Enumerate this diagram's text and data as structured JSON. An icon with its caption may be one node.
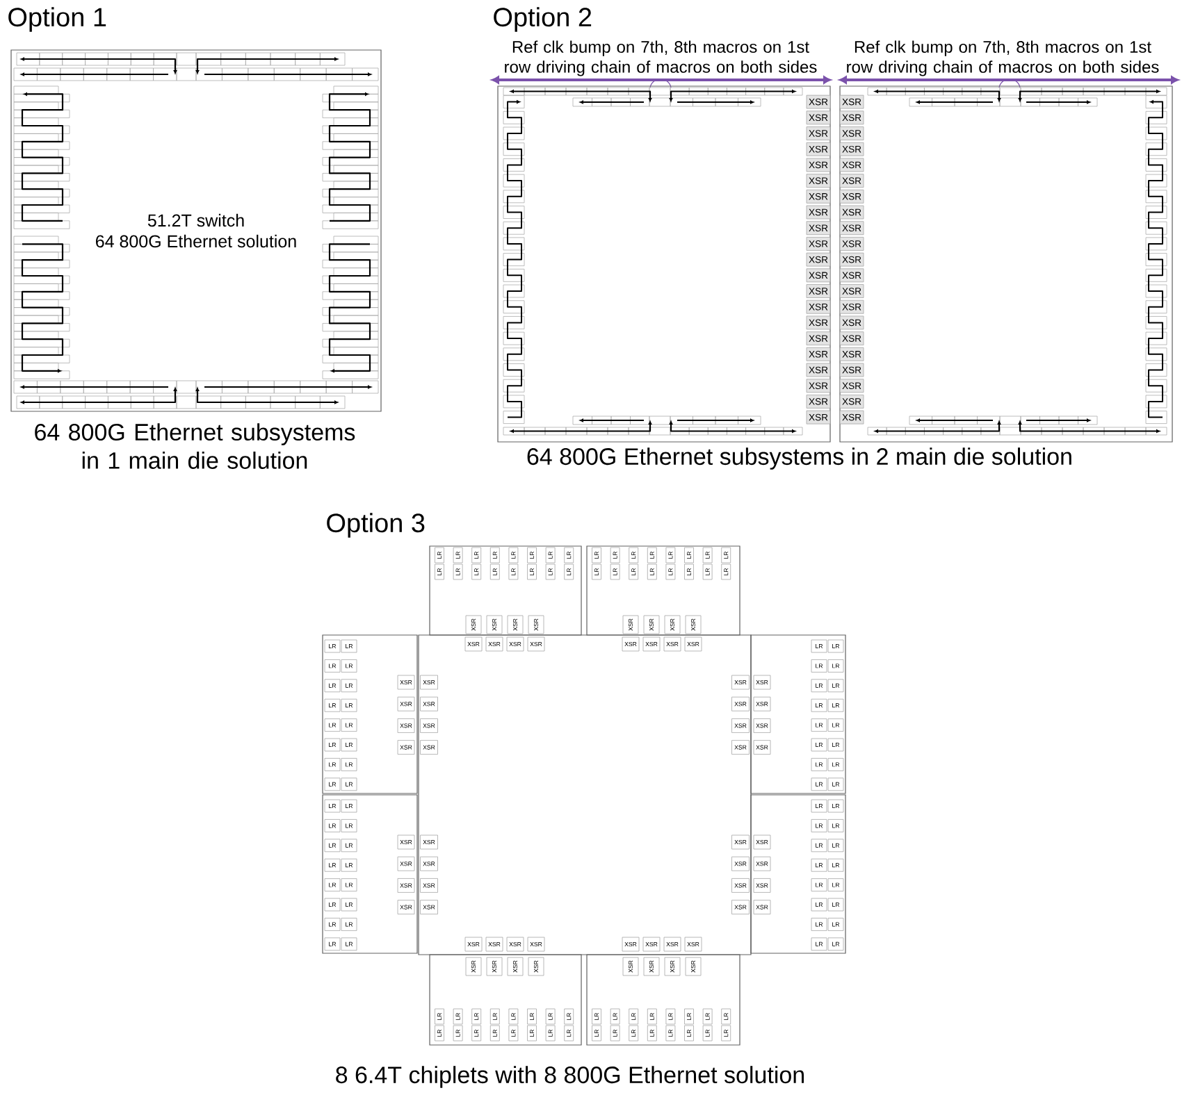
{
  "diagram": {
    "nodes": [
      {
        "text": [
          "51.2T switch",
          "64 800G Ethernet solution"
        ]
      },
      {
        "text": [],
        "shape": "box"
      },
      {
        "text": [
          "XSR"
        ],
        "in": 1
      },
      {
        "text": [
          "XSR"
        ],
        "in": 1
      },
      {
        "text": [
          "XSR"
        ],
        "in": 1
      },
      {
        "text": [
          "XSR"
        ],
        "in": 1
      },
      {
        "text": [
          "XSR"
        ],
        "in": 1
      },
      {
        "text": [
          "XSR"
        ],
        "in": 1
      },
      {
        "text": [
          "XSR"
        ],
        "in": 1
      },
      {
        "text": [
          "XSR"
        ],
        "in": 1
      },
      {
        "text": [
          "XSR"
        ],
        "in": 1
      },
      {
        "text": [
          "XSR"
        ],
        "in": 1
      },
      {
        "text": [
          "XSR"
        ],
        "in": 1
      },
      {
        "text": [
          "XSR"
        ],
        "in": 1
      },
      {
        "text": [
          "XSR"
        ],
        "in": 1
      },
      {
        "text": [
          "XSR"
        ],
        "in": 1
      },
      {
        "text": [
          "XSR"
        ],
        "in": 1
      },
      {
        "text": [
          "XSR"
        ],
        "in": 1
      },
      {
        "text": [
          "XSR"
        ],
        "in": 1
      },
      {
        "text": [
          "XSR"
        ],
        "in": 1
      },
      {
        "text": [
          "XSR"
        ],
        "in": 1
      },
      {
        "text": [
          "XSR"
        ],
        "in": 1
      },
      {
        "text": [
          "XSR"
        ],
        "in": 1
      },
      {
        "text": [],
        "shape": "box"
      },
      {
        "text": [
          "XSR"
        ],
        "in": 23
      },
      {
        "text": [
          "XSR"
        ],
        "in": 23
      },
      {
        "text": [
          "XSR"
        ],
        "in": 23
      },
      {
        "text": [
          "XSR"
        ],
        "in": 23
      },
      {
        "text": [
          "XSR"
        ],
        "in": 23
      },
      {
        "text": [
          "XSR"
        ],
        "in": 23
      },
      {
        "text": [
          "XSR"
        ],
        "in": 23
      },
      {
        "text": [
          "XSR"
        ],
        "in": 23
      },
      {
        "text": [
          "XSR"
        ],
        "in": 23
      },
      {
        "text": [
          "XSR"
        ],
        "in": 23
      },
      {
        "text": [
          "XSR"
        ],
        "in": 23
      },
      {
        "text": [
          "XSR"
        ],
        "in": 23
      },
      {
        "text": [
          "XSR"
        ],
        "in": 23
      },
      {
        "text": [
          "XSR"
        ],
        "in": 23
      },
      {
        "text": [
          "XSR"
        ],
        "in": 23
      },
      {
        "text": [
          "XSR"
        ],
        "in": 23
      },
      {
        "text": [
          "XSR"
        ],
        "in": 23
      },
      {
        "text": [
          "XSR"
        ],
        "in": 23
      },
      {
        "text": [
          "XSR"
        ],
        "in": 23
      },
      {
        "text": [
          "XSR"
        ],
        "in": 23
      },
      {
        "text": [
          "XSR"
        ],
        "in": 23
      },
      {
        "text": [],
        "shape": "box"
      },
      {
        "text": [
          "XSR"
        ],
        "in": 45
      },
      {
        "text": [
          "XSR"
        ],
        "in": 45
      },
      {
        "text": [
          "XSR"
        ],
        "in": 45
      },
      {
        "text": [
          "XSR"
        ],
        "in": 45
      },
      {
        "text": [
          "XSR"
        ],
        "in": 45
      },
      {
        "text": [
          "XSR"
        ],
        "in": 45
      },
      {
        "text": [
          "XSR"
        ],
        "in": 45
      },
      {
        "text": [
          "XSR"
        ],
        "in": 45
      },
      {
        "text": [
          "XSR"
        ],
        "in": 45
      },
      {
        "text": [
          "XSR"
        ],
        "in": 45
      },
      {
        "text": [
          "XSR"
        ],
        "in": 45
      },
      {
        "text": [
          "XSR"
        ],
        "in": 45
      },
      {
        "text": [
          "XSR"
        ],
        "in": 45
      },
      {
        "text": [
          "XSR"
        ],
        "in": 45
      },
      {
        "text": [
          "XSR"
        ],
        "in": 45
      },
      {
        "text": [
          "XSR"
        ],
        "in": 45
      },
      {
        "text": [
          "XSR"
        ],
        "in": 45
      },
      {
        "text": [
          "XSR"
        ],
        "in": 45
      },
      {
        "text": [
          "XSR"
        ],
        "in": 45
      },
      {
        "text": [
          "XSR"
        ],
        "in": 45
      },
      {
        "text": [
          "XSR"
        ],
        "in": 45
      },
      {
        "text": [
          "XSR"
        ],
        "in": 45
      },
      {
        "text": [
          "XSR"
        ],
        "in": 45
      },
      {
        "text": [
          "XSR"
        ],
        "in": 45
      },
      {
        "text": [
          "XSR"
        ],
        "in": 45
      },
      {
        "text": [
          "XSR"
        ],
        "in": 45
      },
      {
        "text": [
          "XSR"
        ],
        "in": 45
      },
      {
        "text": [
          "XSR"
        ],
        "in": 45
      },
      {
        "text": [
          "XSR"
        ],
        "in": 45
      },
      {
        "text": [
          "XSR"
        ],
        "in": 45
      },
      {
        "text": [
          "XSR"
        ],
        "in": 45
      },
      {
        "text": [
          "XSR"
        ],
        "in": 45
      },
      {
        "text": [],
        "shape": "box"
      },
      {
        "text": [
          "LR"
        ],
        "in": 78
      },
      {
        "text": [
          "LR"
        ],
        "in": 78
      },
      {
        "text": [
          "LR"
        ],
        "in": 78
      },
      {
        "text": [
          "LR"
        ],
        "in": 78
      },
      {
        "text": [
          "LR"
        ],
        "in": 78
      },
      {
        "text": [
          "LR"
        ],
        "in": 78
      },
      {
        "text": [
          "LR"
        ],
        "in": 78
      },
      {
        "text": [
          "LR"
        ],
        "in": 78
      },
      {
        "text": [
          "LR"
        ],
        "in": 78
      },
      {
        "text": [
          "LR"
        ],
        "in": 78
      },
      {
        "text": [
          "LR"
        ],
        "in": 78
      },
      {
        "text": [
          "LR"
        ],
        "in": 78
      },
      {
        "text": [
          "LR"
        ],
        "in": 78
      },
      {
        "text": [
          "LR"
        ],
        "in": 78
      },
      {
        "text": [
          "LR"
        ],
        "in": 78
      },
      {
        "text": [
          "LR"
        ],
        "in": 78
      },
      {
        "text": [
          "XSR"
        ],
        "in": 78
      },
      {
        "text": [
          "XSR"
        ],
        "in": 78
      },
      {
        "text": [
          "XSR"
        ],
        "in": 78
      },
      {
        "text": [
          "XSR"
        ],
        "in": 78
      },
      {
        "text": [],
        "shape": "box"
      },
      {
        "text": [
          "LR"
        ],
        "in": 99
      },
      {
        "text": [
          "LR"
        ],
        "in": 99
      },
      {
        "text": [
          "LR"
        ],
        "in": 99
      },
      {
        "text": [
          "LR"
        ],
        "in": 99
      },
      {
        "text": [
          "LR"
        ],
        "in": 99
      },
      {
        "text": [
          "LR"
        ],
        "in": 99
      },
      {
        "text": [
          "LR"
        ],
        "in": 99
      },
      {
        "text": [
          "LR"
        ],
        "in": 99
      },
      {
        "text": [
          "LR"
        ],
        "in": 99
      },
      {
        "text": [
          "LR"
        ],
        "in": 99
      },
      {
        "text": [
          "LR"
        ],
        "in": 99
      },
      {
        "text": [
          "LR"
        ],
        "in": 99
      },
      {
        "text": [
          "LR"
        ],
        "in": 99
      },
      {
        "text": [
          "LR"
        ],
        "in": 99
      },
      {
        "text": [
          "LR"
        ],
        "in": 99
      },
      {
        "text": [
          "LR"
        ],
        "in": 99
      },
      {
        "text": [
          "XSR"
        ],
        "in": 99
      },
      {
        "text": [
          "XSR"
        ],
        "in": 99
      },
      {
        "text": [
          "XSR"
        ],
        "in": 99
      },
      {
        "text": [
          "XSR"
        ],
        "in": 99
      },
      {
        "text": [],
        "shape": "box"
      },
      {
        "text": [
          "LR"
        ],
        "in": 120
      },
      {
        "text": [
          "LR"
        ],
        "in": 120
      },
      {
        "text": [
          "LR"
        ],
        "in": 120
      },
      {
        "text": [
          "LR"
        ],
        "in": 120
      },
      {
        "text": [
          "LR"
        ],
        "in": 120
      },
      {
        "text": [
          "LR"
        ],
        "in": 120
      },
      {
        "text": [
          "LR"
        ],
        "in": 120
      },
      {
        "text": [
          "LR"
        ],
        "in": 120
      },
      {
        "text": [
          "LR"
        ],
        "in": 120
      },
      {
        "text": [
          "LR"
        ],
        "in": 120
      },
      {
        "text": [
          "LR"
        ],
        "in": 120
      },
      {
        "text": [
          "LR"
        ],
        "in": 120
      },
      {
        "text": [
          "LR"
        ],
        "in": 120
      },
      {
        "text": [
          "LR"
        ],
        "in": 120
      },
      {
        "text": [
          "LR"
        ],
        "in": 120
      },
      {
        "text": [
          "LR"
        ],
        "in": 120
      },
      {
        "text": [
          "XSR"
        ],
        "in": 120
      },
      {
        "text": [
          "XSR"
        ],
        "in": 120
      },
      {
        "text": [
          "XSR"
        ],
        "in": 120
      },
      {
        "text": [
          "XSR"
        ],
        "in": 120
      },
      {
        "text": [],
        "shape": "box"
      },
      {
        "text": [
          "LR"
        ],
        "in": 141
      },
      {
        "text": [
          "LR"
        ],
        "in": 141
      },
      {
        "text": [
          "LR"
        ],
        "in": 141
      },
      {
        "text": [
          "LR"
        ],
        "in": 141
      },
      {
        "text": [
          "LR"
        ],
        "in": 141
      },
      {
        "text": [
          "LR"
        ],
        "in": 141
      },
      {
        "text": [
          "LR"
        ],
        "in": 141
      },
      {
        "text": [
          "LR"
        ],
        "in": 141
      },
      {
        "text": [
          "LR"
        ],
        "in": 141
      },
      {
        "text": [
          "LR"
        ],
        "in": 141
      },
      {
        "text": [
          "LR"
        ],
        "in": 141
      },
      {
        "text": [
          "LR"
        ],
        "in": 141
      },
      {
        "text": [
          "LR"
        ],
        "in": 141
      },
      {
        "text": [
          "LR"
        ],
        "in": 141
      },
      {
        "text": [
          "LR"
        ],
        "in": 141
      },
      {
        "text": [
          "LR"
        ],
        "in": 141
      },
      {
        "text": [
          "XSR"
        ],
        "in": 141
      },
      {
        "text": [
          "XSR"
        ],
        "in": 141
      },
      {
        "text": [
          "XSR"
        ],
        "in": 141
      },
      {
        "text": [
          "XSR"
        ],
        "in": 141
      },
      {
        "text": [],
        "shape": "box"
      },
      {
        "text": [
          "LR"
        ],
        "in": 162
      },
      {
        "text": [
          "LR"
        ],
        "in": 162
      },
      {
        "text": [
          "LR"
        ],
        "in": 162
      },
      {
        "text": [
          "LR"
        ],
        "in": 162
      },
      {
        "text": [
          "LR"
        ],
        "in": 162
      },
      {
        "text": [
          "LR"
        ],
        "in": 162
      },
      {
        "text": [
          "LR"
        ],
        "in": 162
      },
      {
        "text": [
          "LR"
        ],
        "in": 162
      },
      {
        "text": [
          "LR"
        ],
        "in": 162
      },
      {
        "text": [
          "LR"
        ],
        "in": 162
      },
      {
        "text": [
          "LR"
        ],
        "in": 162
      },
      {
        "text": [
          "LR"
        ],
        "in": 162
      },
      {
        "text": [
          "LR"
        ],
        "in": 162
      },
      {
        "text": [
          "LR"
        ],
        "in": 162
      },
      {
        "text": [
          "LR"
        ],
        "in": 162
      },
      {
        "text": [
          "LR"
        ],
        "in": 162
      },
      {
        "text": [
          "XSR"
        ],
        "in": 162
      },
      {
        "text": [
          "XSR"
        ],
        "in": 162
      },
      {
        "text": [
          "XSR"
        ],
        "in": 162
      },
      {
        "text": [
          "XSR"
        ],
        "in": 162
      },
      {
        "text": [],
        "shape": "box"
      },
      {
        "text": [
          "LR"
        ],
        "in": 183
      },
      {
        "text": [
          "LR"
        ],
        "in": 183
      },
      {
        "text": [
          "LR"
        ],
        "in": 183
      },
      {
        "text": [
          "LR"
        ],
        "in": 183
      },
      {
        "text": [
          "LR"
        ],
        "in": 183
      },
      {
        "text": [
          "LR"
        ],
        "in": 183
      },
      {
        "text": [
          "LR"
        ],
        "in": 183
      },
      {
        "text": [
          "LR"
        ],
        "in": 183
      },
      {
        "text": [
          "LR"
        ],
        "in": 183
      },
      {
        "text": [
          "LR"
        ],
        "in": 183
      },
      {
        "text": [
          "LR"
        ],
        "in": 183
      },
      {
        "text": [
          "LR"
        ],
        "in": 183
      },
      {
        "text": [
          "LR"
        ],
        "in": 183
      },
      {
        "text": [
          "LR"
        ],
        "in": 183
      },
      {
        "text": [
          "LR"
        ],
        "in": 183
      },
      {
        "text": [
          "LR"
        ],
        "in": 183
      },
      {
        "text": [
          "XSR"
        ],
        "in": 183
      },
      {
        "text": [
          "XSR"
        ],
        "in": 183
      },
      {
        "text": [
          "XSR"
        ],
        "in": 183
      },
      {
        "text": [
          "XSR"
        ],
        "in": 183
      },
      {
        "text": [],
        "shape": "box"
      },
      {
        "text": [
          "LR"
        ],
        "in": 204
      },
      {
        "text": [
          "LR"
        ],
        "in": 204
      },
      {
        "text": [
          "LR"
        ],
        "in": 204
      },
      {
        "text": [
          "LR"
        ],
        "in": 204
      },
      {
        "text": [
          "LR"
        ],
        "in": 204
      },
      {
        "text": [
          "LR"
        ],
        "in": 204
      },
      {
        "text": [
          "LR"
        ],
        "in": 204
      },
      {
        "text": [
          "LR"
        ],
        "in": 204
      },
      {
        "text": [
          "LR"
        ],
        "in": 204
      },
      {
        "text": [
          "LR"
        ],
        "in": 204
      },
      {
        "text": [
          "LR"
        ],
        "in": 204
      },
      {
        "text": [
          "LR"
        ],
        "in": 204
      },
      {
        "text": [
          "LR"
        ],
        "in": 204
      },
      {
        "text": [
          "LR"
        ],
        "in": 204
      },
      {
        "text": [
          "LR"
        ],
        "in": 204
      },
      {
        "text": [
          "LR"
        ],
        "in": 204
      },
      {
        "text": [
          "XSR"
        ],
        "in": 204
      },
      {
        "text": [
          "XSR"
        ],
        "in": 204
      },
      {
        "text": [
          "XSR"
        ],
        "in": 204
      },
      {
        "text": [
          "XSR"
        ],
        "in": 204
      },
      {
        "text": [],
        "shape": "box"
      },
      {
        "text": [
          "LR"
        ],
        "in": 225
      },
      {
        "text": [
          "LR"
        ],
        "in": 225
      },
      {
        "text": [
          "LR"
        ],
        "in": 225
      },
      {
        "text": [
          "LR"
        ],
        "in": 225
      },
      {
        "text": [
          "LR"
        ],
        "in": 225
      },
      {
        "text": [
          "LR"
        ],
        "in": 225
      },
      {
        "text": [
          "LR"
        ],
        "in": 225
      },
      {
        "text": [
          "LR"
        ],
        "in": 225
      },
      {
        "text": [
          "LR"
        ],
        "in": 225
      },
      {
        "text": [
          "LR"
        ],
        "in": 225
      },
      {
        "text": [
          "LR"
        ],
        "in": 225
      },
      {
        "text": [
          "LR"
        ],
        "in": 225
      },
      {
        "text": [
          "LR"
        ],
        "in": 225
      },
      {
        "text": [
          "LR"
        ],
        "in": 225
      },
      {
        "text": [
          "LR"
        ],
        "in": 225
      },
      {
        "text": [
          "LR"
        ],
        "in": 225
      },
      {
        "text": [
          "XSR"
        ],
        "in": 225
      },
      {
        "text": [
          "XSR"
        ],
        "in": 225
      },
      {
        "text": [
          "XSR"
        ],
        "in": 225
      },
      {
        "text": [
          "XSR"
        ],
        "in": 225
      }
    ],
    "labels": [
      "Option 1",
      "Option 2",
      "Ref clk bump on 7th, 8th macros on 1st row driving chain of macros on both sides",
      "Ref clk bump on 7th, 8th macros on 1st row driving chain of macros on both sides",
      "64 800G Ethernet subsystems in 1 main die solution",
      "64 800G Ethernet subsystems in 2 main die solution",
      "Option 3",
      "8 6.4T chiplets with 8 800G Ethernet solution"
    ]
  }
}
